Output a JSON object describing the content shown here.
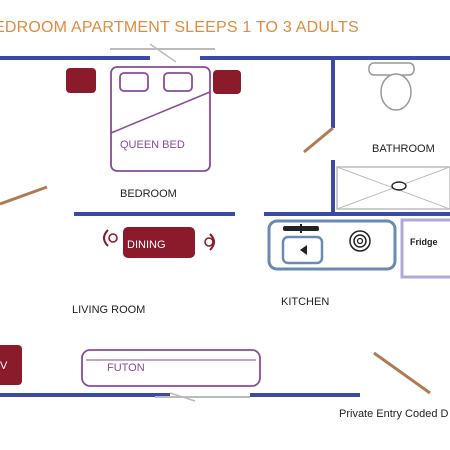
{
  "title": "EDROOM APARTMENT SLEEPS 1 TO 3 ADULTS",
  "rooms": {
    "bedroom": "BEDROOM",
    "bathroom": "BATHROOM",
    "living_room": "LIVING ROOM",
    "kitchen": "KITCHEN"
  },
  "furniture": {
    "queen_bed": "QUEEN BED",
    "dining": "DINING",
    "fridge": "Fridge",
    "futon": "FUTON",
    "tv": "V"
  },
  "entry_note": "Private Entry Coded D",
  "colors": {
    "title": "#e38a3c",
    "wall": "#3b4aa8",
    "furniture_red": "#8b1a2b",
    "purple": "#8a4a9a",
    "door": "#b07a55",
    "kitchen_counter": "#6a8bb0",
    "fridge_outline": "#b0a8d8"
  }
}
